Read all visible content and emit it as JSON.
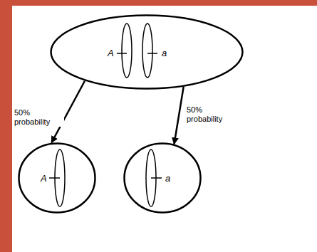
{
  "diagram": {
    "nodes": [
      {
        "text": [
          "A",
          "a"
        ]
      },
      {
        "text": [
          "A"
        ]
      },
      {
        "text": [
          "a"
        ]
      }
    ],
    "edges": [
      {
        "from": 0,
        "to": 1,
        "arrow": "to",
        "label": "50% probability"
      },
      {
        "from": 0,
        "to": 2,
        "arrow": "to",
        "label": "50% probability"
      }
    ]
  }
}
